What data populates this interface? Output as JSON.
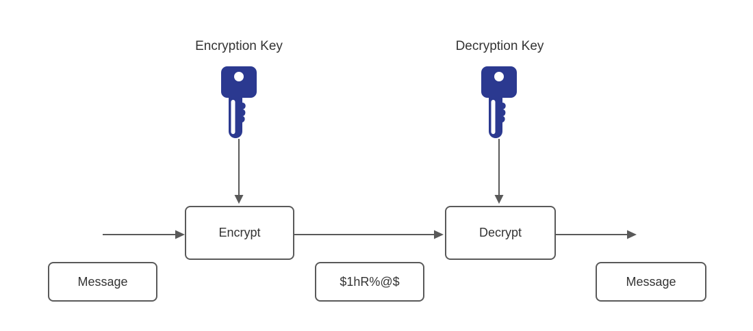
{
  "title": "Encryption / Decryption flow diagram",
  "colors": {
    "key": "#2b3990",
    "stroke": "#595959",
    "text": "#333333",
    "background": "#ffffff"
  },
  "labels": {
    "encryption_key": "Encryption Key",
    "decryption_key": "Decryption Key"
  },
  "icons": {
    "encryption_key": "key-icon",
    "decryption_key": "key-icon"
  },
  "nodes": {
    "encrypt": "Encrypt",
    "decrypt": "Decrypt",
    "message_in": "Message",
    "ciphertext": "$1hR%@$",
    "message_out": "Message"
  },
  "edges": [
    {
      "from": "message-in",
      "to": "encrypt",
      "direction": "right"
    },
    {
      "from": "encrypt",
      "to": "decrypt",
      "direction": "right"
    },
    {
      "from": "decrypt",
      "to": "message-out",
      "direction": "right"
    },
    {
      "from": "encryption-key",
      "to": "encrypt",
      "direction": "down"
    },
    {
      "from": "decryption-key",
      "to": "decrypt",
      "direction": "down"
    }
  ]
}
